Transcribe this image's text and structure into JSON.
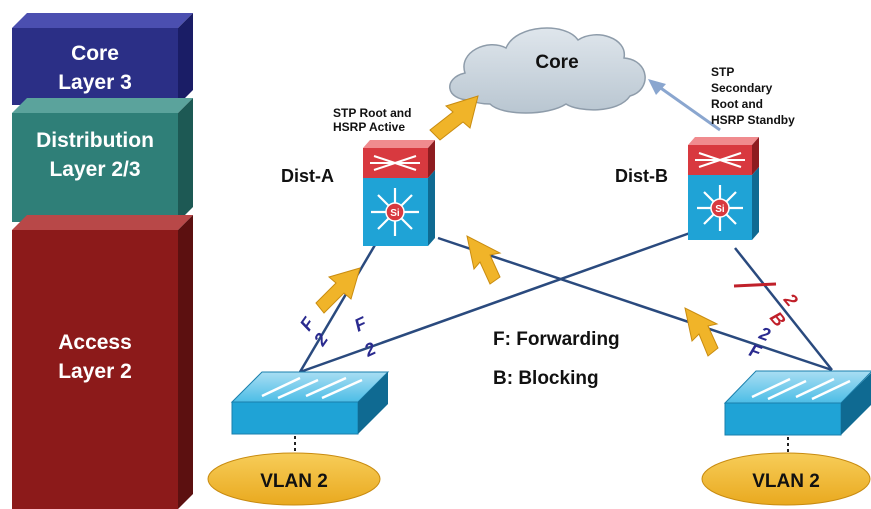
{
  "layers": [
    {
      "line1": "Core",
      "line2": "Layer 3"
    },
    {
      "line1": "Distribution",
      "line2": "Layer 2/3"
    },
    {
      "line1": "Access",
      "line2": "Layer 2"
    }
  ],
  "core": {
    "label": "Core"
  },
  "dist_a": {
    "label": "Dist-A",
    "note_line1": "STP Root and",
    "note_line2": "HSRP Active"
  },
  "dist_b": {
    "label": "Dist-B",
    "note_line1": "STP",
    "note_line2": "Secondary",
    "note_line3": "Root and",
    "note_line4": "HSRP Standby"
  },
  "legend": {
    "forwarding": "F: Forwarding",
    "blocking": "B: Blocking"
  },
  "vlans": {
    "left": "VLAN 2",
    "right": "VLAN 2"
  },
  "port_labels": {
    "f": "F",
    "b": "B",
    "num": "2"
  },
  "switch_glyph": "Si",
  "colors": {
    "core_layer": "#2b2f86",
    "dist_layer": "#2f7f78",
    "access_layer": "#8c1a1a",
    "cloud": "#c9d4dd",
    "switch_blue": "#1fa3d6",
    "router_red": "#d8393f",
    "arrow_orange": "#f0b429",
    "vlan_ellipse": "#f2b731",
    "port_label": "#2a2a8f",
    "blocked_label": "#c0202a"
  }
}
